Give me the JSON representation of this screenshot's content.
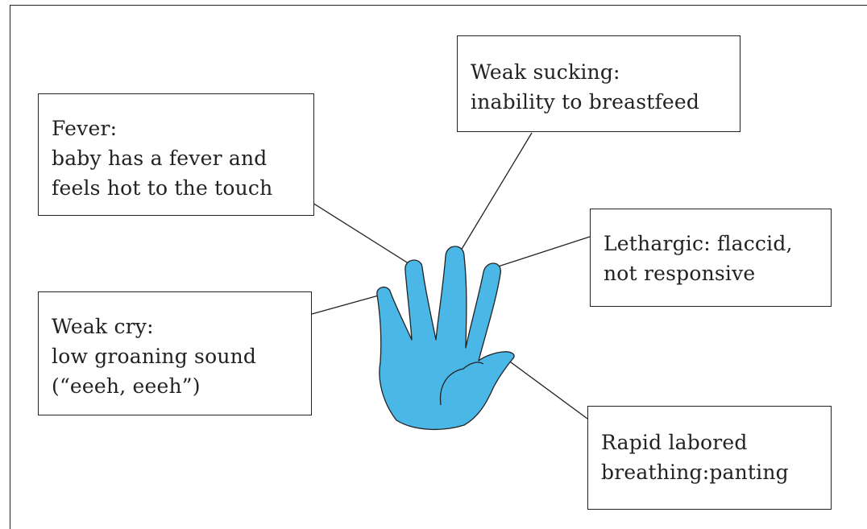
{
  "colors": {
    "hand_fill": "#4ab7e6",
    "outline": "#222222"
  },
  "labels": {
    "weak_sucking": {
      "line1": "Weak sucking:",
      "line2": "inability to breastfeed"
    },
    "fever": {
      "line1": "Fever:",
      "line2": "baby has a fever and",
      "line3": "feels hot to the touch"
    },
    "lethargic": {
      "line1": "Lethargic: flaccid,",
      "line2": "not responsive"
    },
    "weak_cry": {
      "line1": "Weak cry:",
      "line2": "low groaning sound",
      "line3": "(“eeeh, eeeh”)"
    },
    "rapid_breathing": {
      "line1": "Rapid labored",
      "line2": "breathing:panting"
    }
  }
}
